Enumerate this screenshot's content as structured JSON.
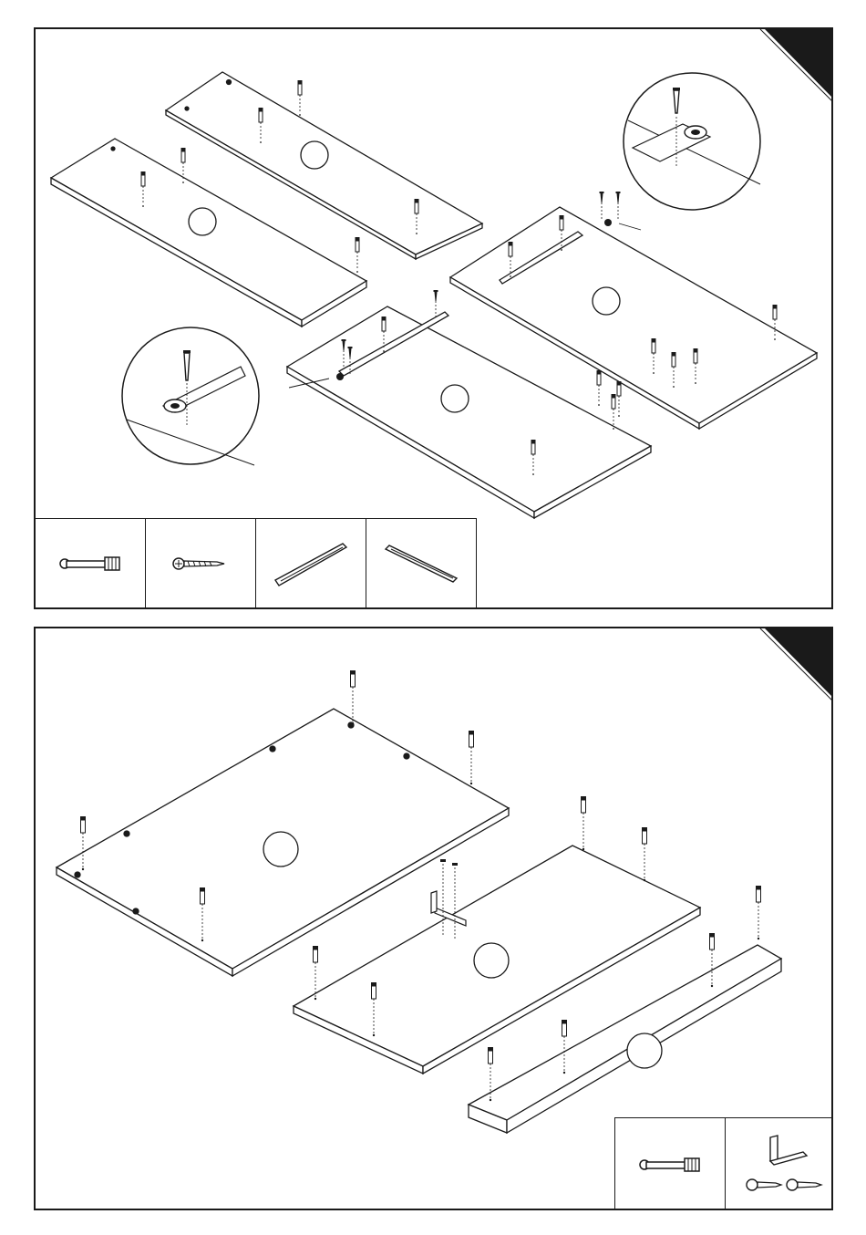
{
  "document": {
    "type": "assembly-instructions",
    "steps": [
      {
        "id": "step-1",
        "parts": [
          "cam-bolt",
          "screw",
          "drawer-runner-left",
          "drawer-runner-right"
        ]
      },
      {
        "id": "step-2",
        "parts": [
          "cam-bolt",
          "angle-bracket-with-screws"
        ]
      }
    ]
  },
  "colors": {
    "line": "#1a1a1a",
    "fill": "#ffffff",
    "corner": "#1a1a1a"
  }
}
